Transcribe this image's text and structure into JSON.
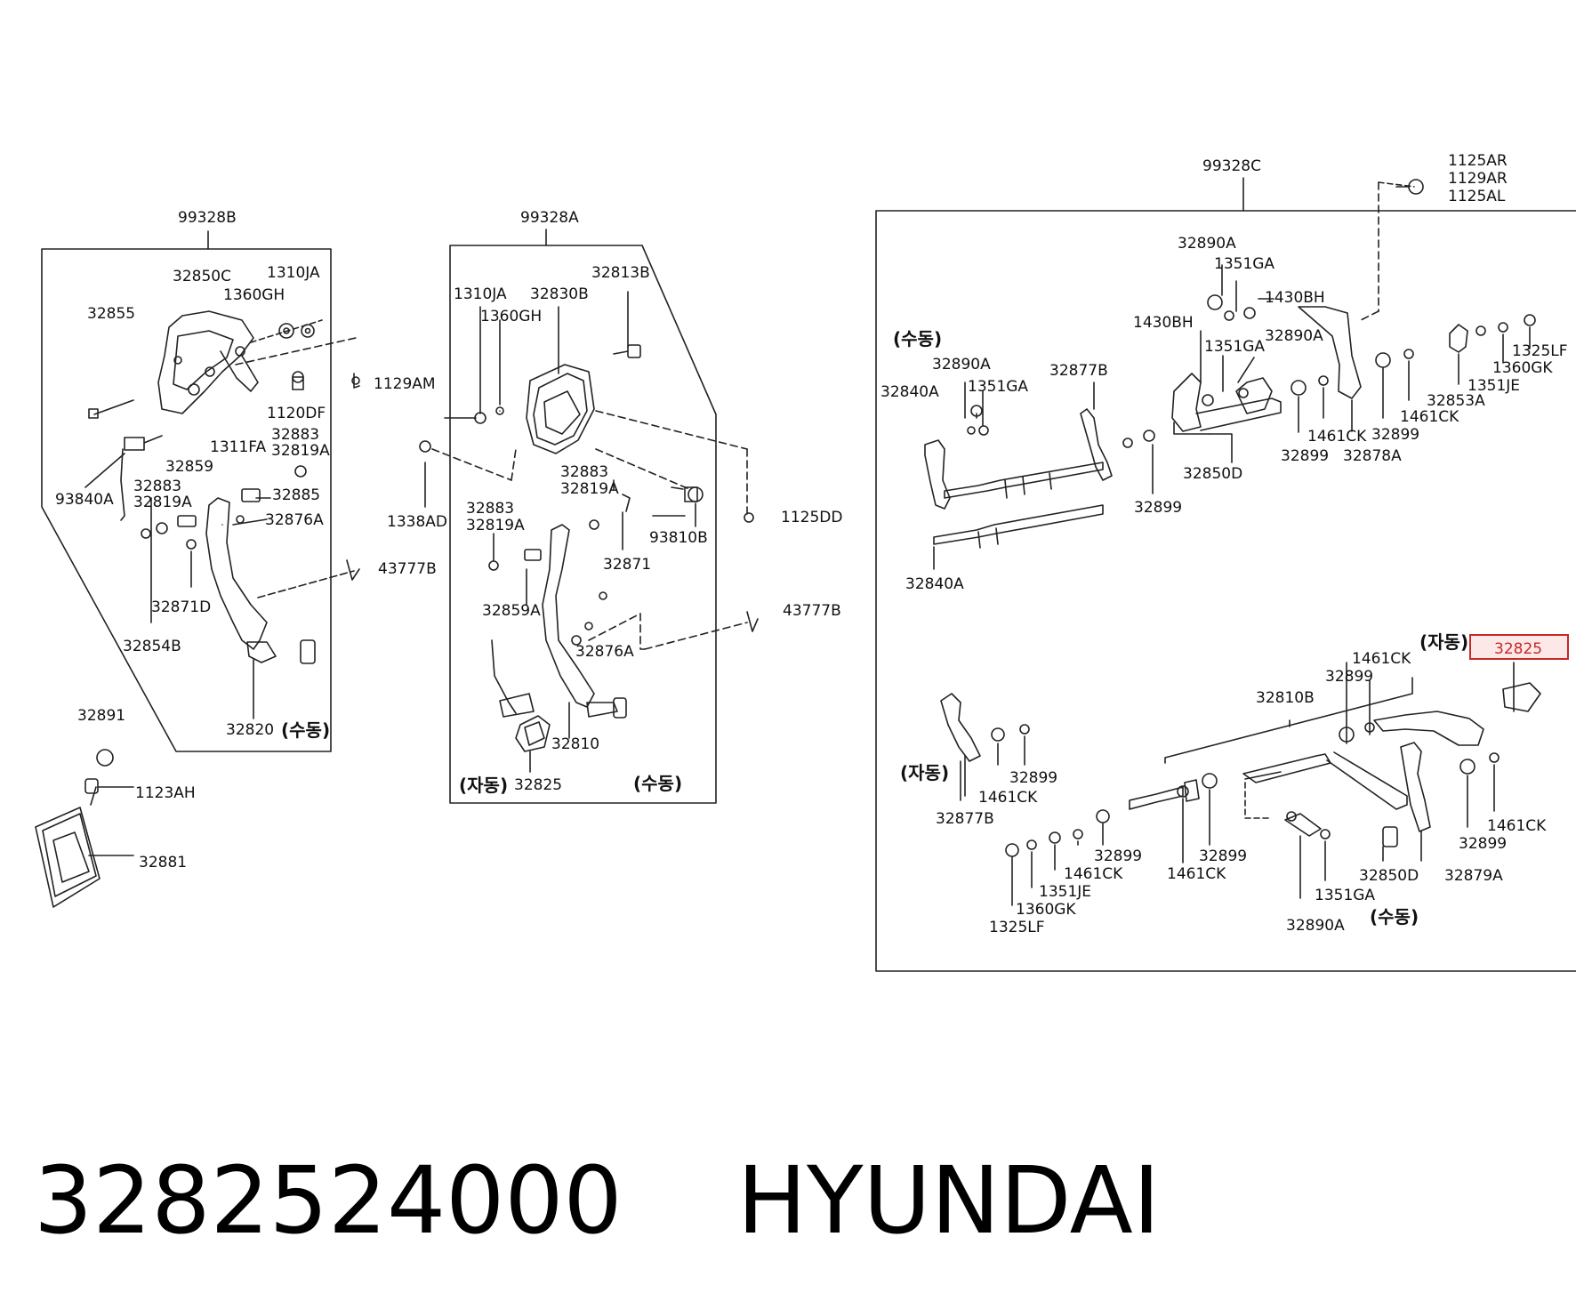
{
  "footer": {
    "part_number": "3282524000",
    "brand": "HYUNDAI"
  },
  "highlight_color": "#c62828",
  "groups": {
    "left": "99328B",
    "middle": "99328A",
    "right": "99328C"
  },
  "labels": [
    {
      "id": "l_99328B",
      "text": "99328B"
    },
    {
      "id": "l_32850C",
      "text": "32850C"
    },
    {
      "id": "l_1310JA_l",
      "text": "1310JA"
    },
    {
      "id": "l_1360GH_l",
      "text": "1360GH"
    },
    {
      "id": "l_32855",
      "text": "32855"
    },
    {
      "id": "l_1129AM",
      "text": "1129AM"
    },
    {
      "id": "l_1120DF",
      "text": "1120DF"
    },
    {
      "id": "l_1311FA",
      "text": "1311FA"
    },
    {
      "id": "l_32883_l",
      "text": "32883"
    },
    {
      "id": "l_32819A_l",
      "text": "32819A"
    },
    {
      "id": "l_32859",
      "text": "32859"
    },
    {
      "id": "l_32883_l2",
      "text": "32883"
    },
    {
      "id": "l_32819A_l2",
      "text": "32819A"
    },
    {
      "id": "l_93840A",
      "text": "93840A"
    },
    {
      "id": "l_32885",
      "text": "32885"
    },
    {
      "id": "l_32876A_l",
      "text": "32876A"
    },
    {
      "id": "l_43777B_l",
      "text": "43777B"
    },
    {
      "id": "l_32871D",
      "text": "32871D"
    },
    {
      "id": "l_32854B",
      "text": "32854B"
    },
    {
      "id": "l_32820",
      "text": "32820"
    },
    {
      "id": "l_32891",
      "text": "32891"
    },
    {
      "id": "l_1123AH",
      "text": "1123AH"
    },
    {
      "id": "l_32881",
      "text": "32881"
    },
    {
      "id": "l_99328A",
      "text": "99328A"
    },
    {
      "id": "l_1310JA_m",
      "text": "1310JA"
    },
    {
      "id": "l_32830B",
      "text": "32830B"
    },
    {
      "id": "l_32813B",
      "text": "32813B"
    },
    {
      "id": "l_1360GH_m",
      "text": "1360GH"
    },
    {
      "id": "l_1338AD",
      "text": "1338AD"
    },
    {
      "id": "l_32883_m",
      "text": "32883"
    },
    {
      "id": "l_32819A_m",
      "text": "32819A"
    },
    {
      "id": "l_93810B",
      "text": "93810B"
    },
    {
      "id": "l_1125DD",
      "text": "1125DD"
    },
    {
      "id": "l_32883_m2",
      "text": "32883"
    },
    {
      "id": "l_32819A_m2",
      "text": "32819A"
    },
    {
      "id": "l_32871",
      "text": "32871"
    },
    {
      "id": "l_32859A",
      "text": "32859A"
    },
    {
      "id": "l_43777B_m",
      "text": "43777B"
    },
    {
      "id": "l_32876A_m",
      "text": "32876A"
    },
    {
      "id": "l_32810",
      "text": "32810"
    },
    {
      "id": "l_32825_m",
      "text": "32825"
    },
    {
      "id": "l_99328C",
      "text": "99328C"
    },
    {
      "id": "l_1125AR",
      "text": "1125AR"
    },
    {
      "id": "l_1129AR",
      "text": "1129AR"
    },
    {
      "id": "l_1125AL",
      "text": "1125AL"
    },
    {
      "id": "l_32890A_r1",
      "text": "32890A"
    },
    {
      "id": "l_1351GA_r1",
      "text": "1351GA"
    },
    {
      "id": "l_1430BH_r1",
      "text": "1430BH"
    },
    {
      "id": "l_1430BH_r2",
      "text": "1430BH"
    },
    {
      "id": "l_1351GA_r2",
      "text": "1351GA"
    },
    {
      "id": "l_32890A_r2",
      "text": "32890A"
    },
    {
      "id": "l_32890A_r3",
      "text": "32890A"
    },
    {
      "id": "l_1351GA_r3",
      "text": "1351GA"
    },
    {
      "id": "l_32877B_r1",
      "text": "32877B"
    },
    {
      "id": "l_32840A_r1",
      "text": "32840A"
    },
    {
      "id": "l_1325LF_r1",
      "text": "1325LF"
    },
    {
      "id": "l_1360GK_r1",
      "text": "1360GK"
    },
    {
      "id": "l_1351JE_r1",
      "text": "1351JE"
    },
    {
      "id": "l_1461CK_r1",
      "text": "1461CK"
    },
    {
      "id": "l_32853A",
      "text": "32853A"
    },
    {
      "id": "l_1461CK_r2",
      "text": "1461CK"
    },
    {
      "id": "l_32899_r1",
      "text": "32899"
    },
    {
      "id": "l_32899_r2",
      "text": "32899"
    },
    {
      "id": "l_32878A",
      "text": "32878A"
    },
    {
      "id": "l_32850D_r1",
      "text": "32850D"
    },
    {
      "id": "l_32899_r3",
      "text": "32899"
    },
    {
      "id": "l_32840A_r2",
      "text": "32840A"
    },
    {
      "id": "l_32825_r",
      "text": "32825"
    },
    {
      "id": "l_1461CK_r3",
      "text": "1461CK"
    },
    {
      "id": "l_32899_r4",
      "text": "32899"
    },
    {
      "id": "l_32810B",
      "text": "32810B"
    },
    {
      "id": "l_32899_r5",
      "text": "32899"
    },
    {
      "id": "l_1461CK_r4",
      "text": "1461CK"
    },
    {
      "id": "l_32877B_r2",
      "text": "32877B"
    },
    {
      "id": "l_1461CK_r5",
      "text": "1461CK"
    },
    {
      "id": "l_32899_r6",
      "text": "32899"
    },
    {
      "id": "l_32899_r7",
      "text": "32899"
    },
    {
      "id": "l_1461CK_r6",
      "text": "1461CK"
    },
    {
      "id": "l_1351JE_r2",
      "text": "1351JE"
    },
    {
      "id": "l_1360GK_r2",
      "text": "1360GK"
    },
    {
      "id": "l_1325LF_r2",
      "text": "1325LF"
    },
    {
      "id": "l_32899_r8",
      "text": "32899"
    },
    {
      "id": "l_1461CK_r7",
      "text": "1461CK"
    },
    {
      "id": "l_1351GA_r4",
      "text": "1351GA"
    },
    {
      "id": "l_32890A_r4",
      "text": "32890A"
    },
    {
      "id": "l_32850D_r2",
      "text": "32850D"
    },
    {
      "id": "l_32879A",
      "text": "32879A"
    }
  ],
  "korean_labels": {
    "manual": "(수동)",
    "automatic": "(자동)"
  }
}
